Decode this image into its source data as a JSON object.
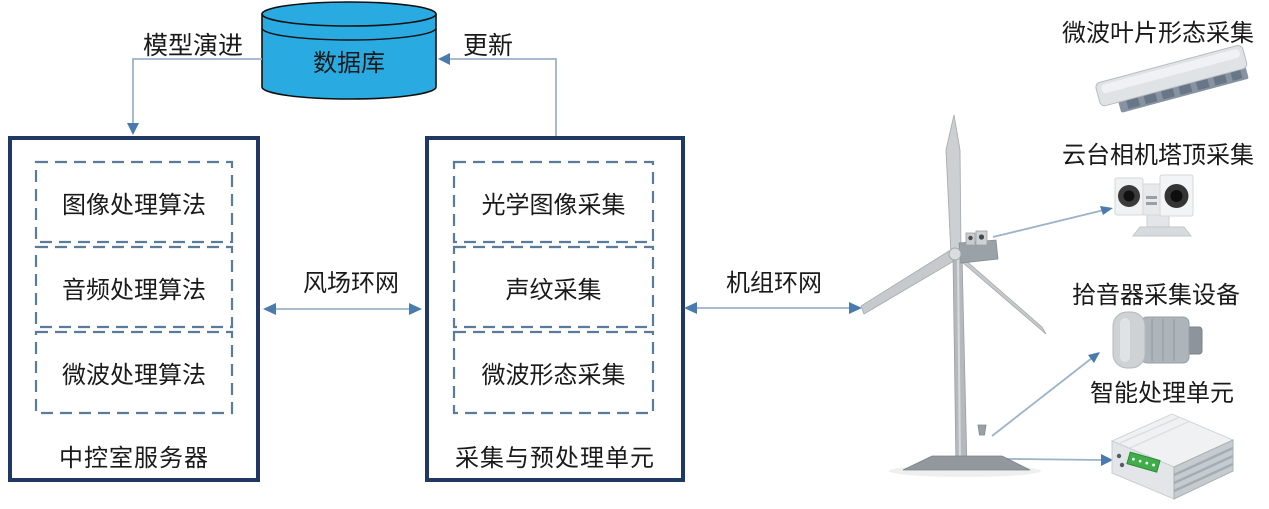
{
  "diagram": {
    "database": {
      "label": "数据库"
    },
    "edges": {
      "model_evolution": {
        "label": "模型演进"
      },
      "update": {
        "label": "更新"
      },
      "wind_farm_ring": {
        "label": "风场环网"
      },
      "unit_ring": {
        "label": "机组环网"
      }
    },
    "server_box": {
      "title": "中控室服务器",
      "modules": [
        {
          "label": "图像处理算法"
        },
        {
          "label": "音频处理算法"
        },
        {
          "label": "微波处理算法"
        }
      ]
    },
    "acquisition_box": {
      "title": "采集与预处理单元",
      "modules": [
        {
          "label": "光学图像采集"
        },
        {
          "label": "声纹采集"
        },
        {
          "label": "微波形态采集"
        }
      ]
    },
    "field_devices": [
      {
        "label": "微波叶片形态采集"
      },
      {
        "label": "云台相机塔顶采集"
      },
      {
        "label": "拾音器采集设备"
      },
      {
        "label": "智能处理单元"
      }
    ],
    "colors": {
      "database_fill": "#29ABE2",
      "box_border": "#1F3864",
      "dashed_border": "#5B7B9B",
      "connector_line": "#9BB2C9",
      "arrow_head": "#4A7BAE"
    }
  }
}
